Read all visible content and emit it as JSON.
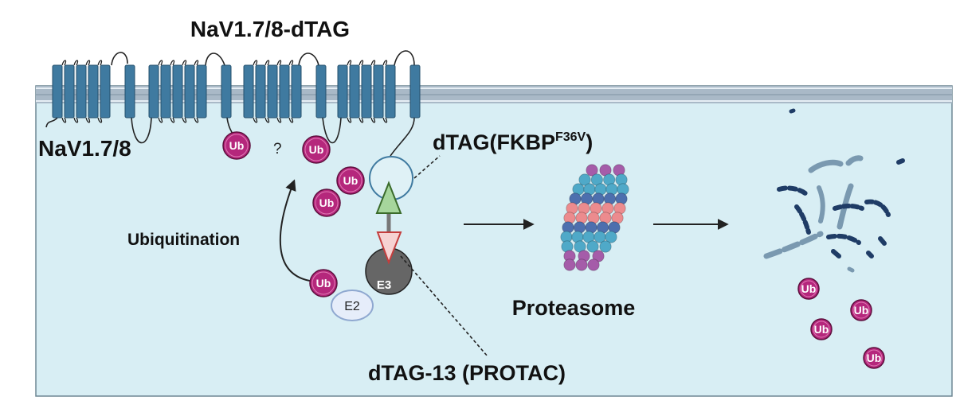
{
  "title": "NaV1.7/8-dTAG",
  "labels": {
    "channel": "NaV1.7/8",
    "question": "?",
    "dtag_prefix": "dTAG(FKBP",
    "dtag_superscript": "F36V",
    "dtag_suffix": ")",
    "ubiquitination": "Ubiquitination",
    "e2": "E2",
    "e3": "E3",
    "protac": "dTAG-13 (PROTAC)",
    "proteasome": "Proteasome",
    "ub": "Ub"
  },
  "colors": {
    "cell": "#d8eef4",
    "membrane": "#a9b9c7",
    "helix": "#3f7aa0",
    "ub": "#b5277c",
    "arrow": "#333333"
  }
}
